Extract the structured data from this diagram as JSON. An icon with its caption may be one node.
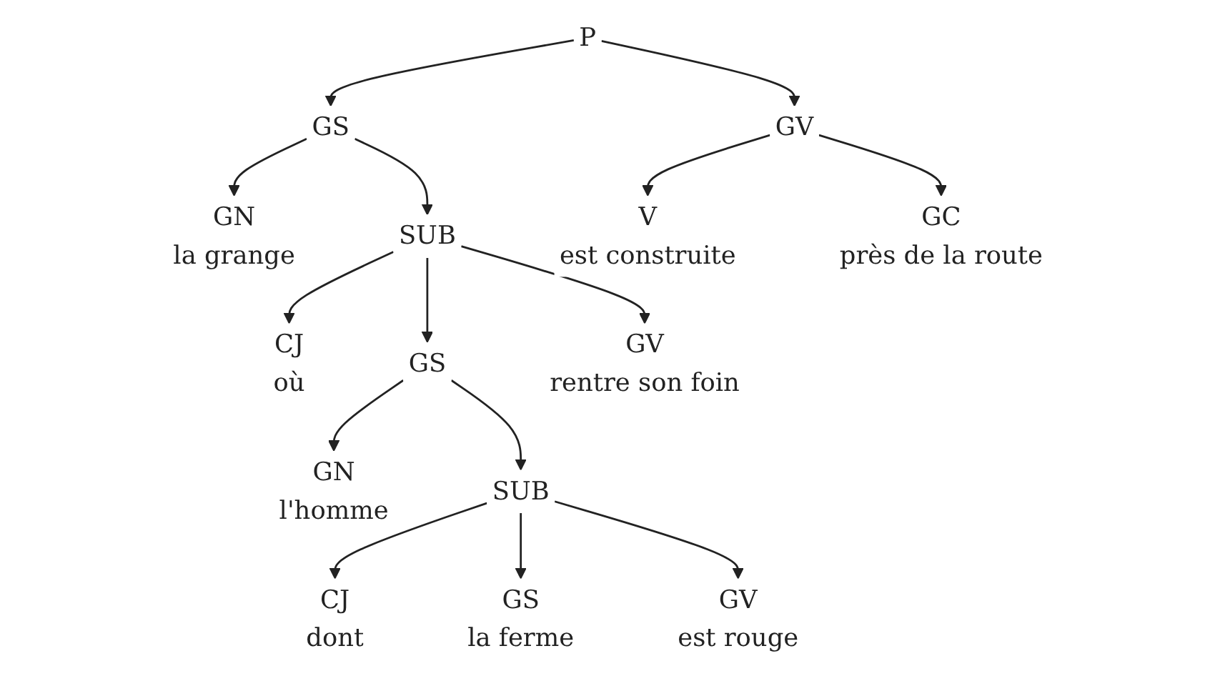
{
  "diagram": {
    "nodes": [
      {
        "text": [
          "P"
        ]
      },
      {
        "text": [
          "GS"
        ]
      },
      {
        "text": [
          "GV"
        ]
      },
      {
        "text": [
          "GN",
          "la grange"
        ]
      },
      {
        "text": [
          "SUB"
        ]
      },
      {
        "text": [
          "V",
          "est construite"
        ]
      },
      {
        "text": [
          "GC",
          "près de la route"
        ]
      },
      {
        "text": [
          "CJ",
          "où"
        ]
      },
      {
        "text": [
          "GS"
        ]
      },
      {
        "text": [
          "GV",
          "rentre son foin"
        ]
      },
      {
        "text": [
          "GN",
          "l'homme"
        ]
      },
      {
        "text": [
          "SUB"
        ]
      },
      {
        "text": [
          "CJ",
          "dont"
        ]
      },
      {
        "text": [
          "GS",
          "la ferme"
        ]
      },
      {
        "text": [
          "GV",
          "est rouge"
        ]
      }
    ],
    "edges": [
      {
        "from": 0,
        "to": 1,
        "arrow": "to"
      },
      {
        "from": 0,
        "to": 2,
        "arrow": "to"
      },
      {
        "from": 1,
        "to": 3,
        "arrow": "to"
      },
      {
        "from": 1,
        "to": 4,
        "arrow": "to"
      },
      {
        "from": 2,
        "to": 5,
        "arrow": "to"
      },
      {
        "from": 2,
        "to": 6,
        "arrow": "to"
      },
      {
        "from": 4,
        "to": 7,
        "arrow": "to"
      },
      {
        "from": 4,
        "to": 8,
        "arrow": "to"
      },
      {
        "from": 4,
        "to": 9,
        "arrow": "to"
      },
      {
        "from": 8,
        "to": 10,
        "arrow": "to"
      },
      {
        "from": 8,
        "to": 11,
        "arrow": "to"
      },
      {
        "from": 11,
        "to": 12,
        "arrow": "to"
      },
      {
        "from": 11,
        "to": 13,
        "arrow": "to"
      },
      {
        "from": 11,
        "to": 14,
        "arrow": "to"
      }
    ]
  }
}
